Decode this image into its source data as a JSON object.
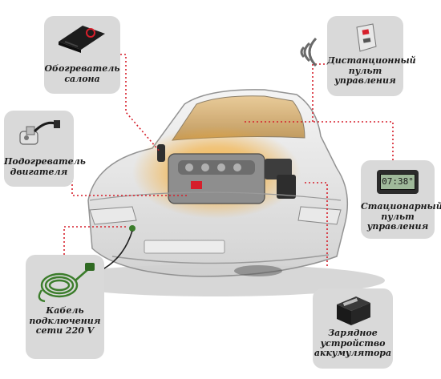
{
  "labels": {
    "cabin_heater": [
      "Обогреватель",
      "салона"
    ],
    "remote_control": [
      "Дистанционный",
      "пульт",
      "управления"
    ],
    "engine_heater": [
      "Подогреватель",
      "двигателя"
    ],
    "stationary_control": [
      "Стационарный",
      "пульт",
      "управления"
    ],
    "cable": [
      "Кабель",
      "подключения",
      "сети 220 V"
    ],
    "charger": [
      "Зарядное",
      "устройство",
      "аккумулятора"
    ]
  },
  "panel_display": "07:38°",
  "colors": {
    "card": "#d9d9d9",
    "leader": "#d61f2b",
    "text": "#1a1a1a",
    "glow": "#f5a623",
    "cable": "#3b7d2b"
  },
  "icons": {
    "cabin_heater": "heater-device-icon",
    "remote_control": "key-fob-icon",
    "signal": "wireless-signal-icon",
    "engine_heater": "engine-preheater-icon",
    "stationary_control": "timer-panel-icon",
    "cable": "power-cable-icon",
    "charger": "battery-charger-icon"
  }
}
